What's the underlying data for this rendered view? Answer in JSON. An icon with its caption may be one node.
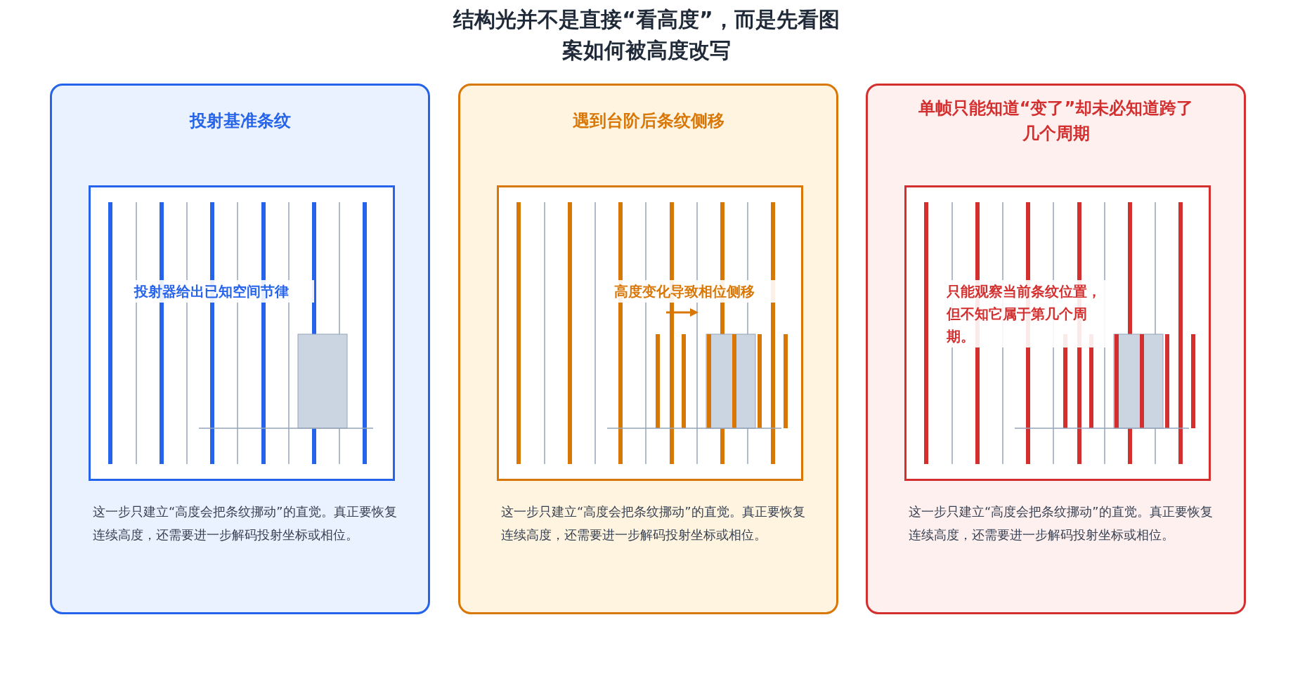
{
  "diagram": {
    "title": "结构光并不是直接“看高度”，而是先看图案如何被高度改写",
    "nodes": [
      {
        "text": [
          "投射基准条纹",
          "这一步只建立“高度会把条纹挪动”的直觉。真正要恢复连续高度，还需要进一步解码投射坐标或相位。"
        ]
      },
      {
        "text": [
          "投射器给出已知空间节律"
        ],
        "in": 0
      },
      {
        "text": [
          "遇到台阶后条纹侧移",
          "这一步只建立“高度会把条纹挪动”的直觉。真正要恢复连续高度，还需要进一步解码投射坐标或相位。"
        ]
      },
      {
        "text": [
          "高度变化导致相位侧移"
        ],
        "in": 2
      },
      {
        "text": [
          "单帧只能知道“变了”却未必知道跨了几个周期",
          "这一步只建立“高度会把条纹挪动”的直觉。真正要恢复连续高度，还需要进一步解码投射坐标或相位。"
        ]
      },
      {
        "text": [
          "只能观察当前条纹位置，但不知它属于第几个周期。"
        ],
        "in": 4
      }
    ]
  }
}
